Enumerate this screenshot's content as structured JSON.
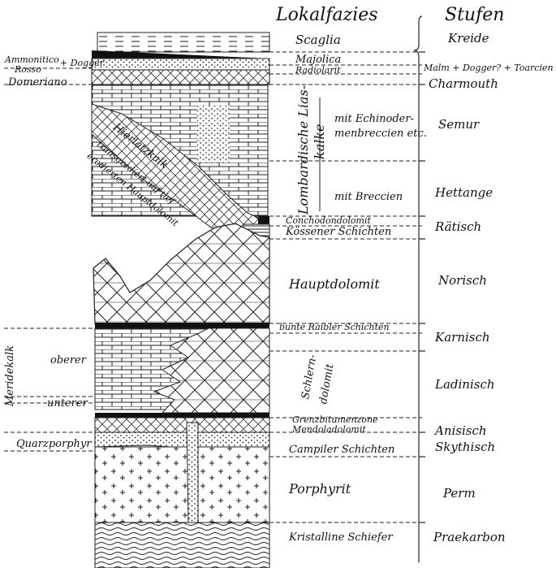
{
  "headers": {
    "lokalfazies": "Lokalfazies",
    "stufen": "Stufen"
  },
  "stufen": {
    "kreide": "Kreide",
    "malm": "Malm + Dogger? + Toarcien",
    "charmouth": "Charmouth",
    "semur": "Semur",
    "hettange": "Hettange",
    "raetisch": "Rätisch",
    "norisch": "Norisch",
    "karnisch": "Karnisch",
    "ladinisch": "Ladinisch",
    "anisisch": "Anisisch",
    "skythisch": "Skythisch",
    "perm": "Perm",
    "praekarbon": "Praekarbon"
  },
  "lokalfazies": {
    "scaglia": "Scaglia",
    "majolica": "Majolica",
    "radiolarit": "Radiolarit",
    "lias_line1": "Lombardische Lias-",
    "lias_line2": "kalke",
    "echino_1": "mit Echinoder-",
    "echino_2": "menbreccien etc.",
    "breccien": "mit Breccien",
    "conchodon": "Conchodondolomit",
    "koessener": "Kössener Schichten",
    "hauptdolomit": "Hauptdolomit",
    "raibler": "bunte Raibler Schichten",
    "schlern_1": "Schlern-",
    "schlern_2": "dolomit",
    "grenzbitumen": "Grenzbitumenzone",
    "mendola": "Mendoladolomit",
    "campiler": "Campiler Schichten",
    "porphyrit": "Porphyrit",
    "kristallin": "Kristalline Schiefer"
  },
  "left": {
    "ammonitico": "Ammonitico",
    "rosso": "Rosso",
    "dogger": "+ Dogger",
    "domeriano": "Domeriano",
    "meridekalk": "Meridekalk",
    "oberer": "oberer",
    "unterer": "unterer",
    "quarzporphyr": "Quarzporphyr",
    "hierlatz_1": "Hierlatzkalk",
    "hierlatz_2": "transgrediert auf tief",
    "hierlatz_3": "erodierten Hauptdolomit"
  }
}
